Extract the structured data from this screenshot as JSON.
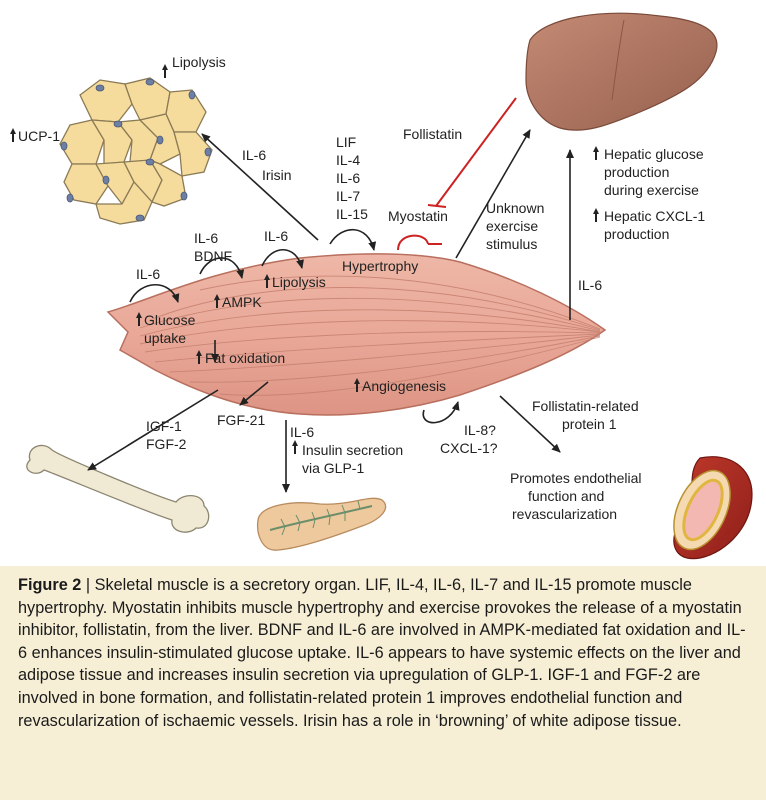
{
  "labels": {
    "lipolysis_adipose": "Lipolysis",
    "ucp1": "UCP-1",
    "il6_irisin_il6": "IL-6",
    "irisin": "Irisin",
    "follistatin": "Follistatin",
    "myostatin": "Myostatin",
    "lif": "LIF",
    "il4": "IL-4",
    "il6_hyp": "IL-6",
    "il7": "IL-7",
    "il15": "IL-15",
    "hypertrophy": "Hypertrophy",
    "unknown_1": "Unknown",
    "unknown_2": "exercise",
    "unknown_3": "stimulus",
    "hepatic_glucose_1": "Hepatic glucose",
    "hepatic_glucose_2": "production",
    "hepatic_glucose_3": "during exercise",
    "hepatic_cxcl1_1": "Hepatic CXCL-1",
    "hepatic_cxcl1_2": "production",
    "il6_liver": "IL-6",
    "il6_bdnf": "IL-6",
    "bdnf": "BDNF",
    "il6_lipolysis": "IL-6",
    "lipolysis_muscle": "Lipolysis",
    "il6_glucose": "IL-6",
    "ampk": "AMPK",
    "glucose_1": "Glucose",
    "glucose_2": "uptake",
    "fat_oxidation": "Fat oxidation",
    "angiogenesis": "Angiogenesis",
    "il8": "IL-8?",
    "cxcl1": "CXCL-1?",
    "igf1": "IGF-1",
    "fgf2": "FGF-2",
    "fgf21": "FGF-21",
    "il6_pancreas": "IL-6",
    "insulin_1": "Insulin secretion",
    "insulin_2": "via GLP-1",
    "frp_1": "Follistatin-related",
    "frp_2": "protein 1",
    "endo_1": "Promotes endothelial",
    "endo_2": "function and",
    "endo_3": "revascularization"
  },
  "caption": {
    "figure_label": "Figure 2",
    "separator": " | ",
    "text": "Skeletal muscle is a secretory organ. LIF, IL-4, IL-6, IL-7 and IL-15 promote muscle hypertrophy. Myostatin inhibits muscle hypertrophy and exercise provokes the release of a myostatin inhibitor, follistatin, from the liver. BDNF and IL-6 are involved in AMPK-mediated fat oxidation and IL-6 enhances insulin-stimulated glucose uptake. IL-6 appears to have systemic effects on the liver and adipose tissue and increases insulin secretion via upregulation of GLP-1. IGF-1 and FGF-2 are involved in bone formation, and follistatin-related protein 1 improves endothelial function and revascularization of ischaemic vessels. Irisin has a role in ‘browning’ of white adipose tissue."
  },
  "colors": {
    "muscle": "#e9a898",
    "muscle_stroke": "#b86f5e",
    "liver": "#b07561",
    "fat_cell": "#f6dc9c",
    "bone": "#f0ead4",
    "pancreas": "#efc99e",
    "inhibit": "#cc2222",
    "caption_bg": "#f6efd6"
  }
}
